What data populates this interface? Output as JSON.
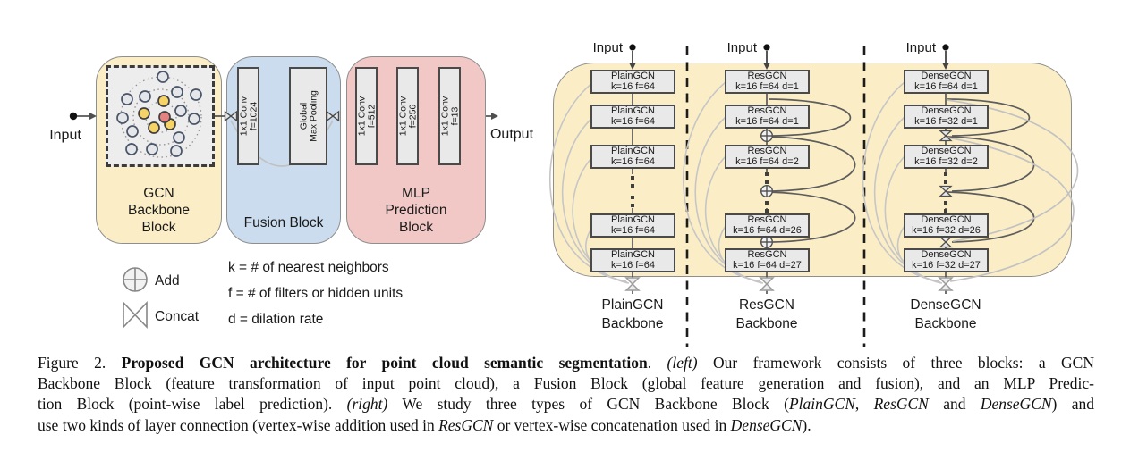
{
  "left_panel": {
    "input_label": "Input",
    "output_label": "Output",
    "backbone_block": {
      "l1": "GCN",
      "l2": "Backbone",
      "l3": "Block"
    },
    "fusion_block": {
      "label": "Fusion Block",
      "layer1": {
        "l1": "1x1 Conv",
        "l2": "f=1024"
      },
      "layer2": {
        "l1": "Global",
        "l2": "Max Pooling"
      }
    },
    "mlp_block": {
      "l1": "MLP",
      "l2": "Prediction",
      "l3": "Block",
      "layer1": {
        "l1": "1x1 Conv",
        "l2": "f=512"
      },
      "layer2": {
        "l1": "1x1 Conv",
        "l2": "f=256"
      },
      "layer3": {
        "l1": "1x1 Conv",
        "l2": "f=13"
      }
    },
    "legend": {
      "add_label": "Add",
      "concat_label": "Concat",
      "def_k": "k = # of nearest neighbors",
      "def_f": "f = # of filters or hidden units",
      "def_d": "d = dilation rate"
    }
  },
  "right_panel": {
    "plain": {
      "input_label": "Input",
      "label1": "PlainGCN",
      "label2": "Backbone",
      "b1": {
        "l1": "PlainGCN",
        "l2": "k=16 f=64"
      },
      "b2": {
        "l1": "PlainGCN",
        "l2": "k=16 f=64"
      },
      "b3": {
        "l1": "PlainGCN",
        "l2": "k=16 f=64"
      },
      "b4": {
        "l1": "PlainGCN",
        "l2": "k=16 f=64"
      },
      "b5": {
        "l1": "PlainGCN",
        "l2": "k=16 f=64"
      }
    },
    "res": {
      "input_label": "Input",
      "label1": "ResGCN",
      "label2": "Backbone",
      "b1": {
        "l1": "ResGCN",
        "l2": "k=16 f=64 d=1"
      },
      "b2": {
        "l1": "ResGCN",
        "l2": "k=16 f=64 d=1"
      },
      "b3": {
        "l1": "ResGCN",
        "l2": "k=16 f=64 d=2"
      },
      "b4": {
        "l1": "ResGCN",
        "l2": "k=16 f=64 d=26"
      },
      "b5": {
        "l1": "ResGCN",
        "l2": "k=16 f=64 d=27"
      }
    },
    "dense": {
      "input_label": "Input",
      "label1": "DenseGCN",
      "label2": "Backbone",
      "b1": {
        "l1": "DenseGCN",
        "l2": "k=16 f=64 d=1"
      },
      "b2": {
        "l1": "DenseGCN",
        "l2": "k=16 f=32 d=1"
      },
      "b3": {
        "l1": "DenseGCN",
        "l2": "k=16 f=32 d=2"
      },
      "b4": {
        "l1": "DenseGCN",
        "l2": "k=16 f=32 d=26"
      },
      "b5": {
        "l1": "DenseGCN",
        "l2": "k=16 f=32 d=27"
      }
    }
  },
  "caption": {
    "line1": {
      "s1": "Figure 2. ",
      "s2": "Proposed GCN architecture for point cloud semantic segmentation",
      "s3": ". ",
      "s4": "(left)",
      "s5": " Our framework consists of three blocks: a GCN"
    },
    "line2": {
      "s1": "Backbone Block (feature transformation of input point cloud), a Fusion Block (global feature generation and fusion), and an MLP Predic-"
    },
    "line3": {
      "s1": "tion Block (point-wise label prediction). ",
      "s2": "(right)",
      "s3": " We study three types of GCN Backbone Block (",
      "s4": "PlainGCN",
      "s5": ", ",
      "s6": "ResGCN",
      "s7": " and ",
      "s8": "DenseGCN",
      "s9": ") and"
    },
    "line4": {
      "s1": "use two kinds of layer connection (vertex-wise addition used in ",
      "s2": "ResGCN",
      "s3": " or vertex-wise concatenation used in ",
      "s4": "DenseGCN",
      "s5": ")."
    }
  },
  "colors": {
    "backbone_fill": "#FBEEC6",
    "fusion_fill": "#CADCEE",
    "mlp_fill": "#F2C8C6",
    "right_region_fill": "#FBEEC6",
    "layer_box_fill": "#E9E9E9",
    "node_red": "#E48181",
    "node_yellow": "#F6D366",
    "arc_light": "#C6C6C6",
    "arc_dark": "#5D5D5D"
  }
}
